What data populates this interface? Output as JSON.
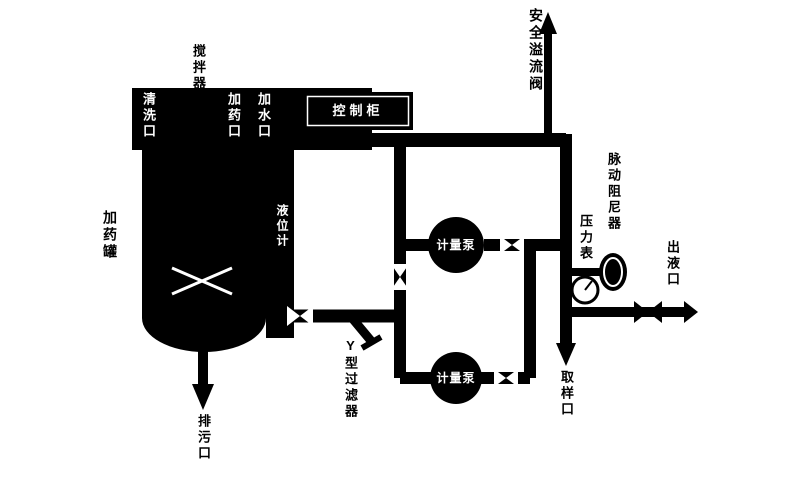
{
  "colors": {
    "ink": "#000000",
    "paper": "#ffffff"
  },
  "labels": {
    "agitator": "搅拌器",
    "cleaning_port": "清洗口",
    "dosing_port": "加药口",
    "water_inlet": "加水口",
    "control_cabinet": "控制柜",
    "safety_relief_valve": "安全溢流阀",
    "pulsation_damper": "脉动阻尼器",
    "pressure_gauge": "压力表",
    "liquid_outlet": "出液口",
    "dosing_tank": "加药罐",
    "level_gauge": "液位计",
    "metering_pump_top": "计量泵",
    "metering_pump_bottom": "计量泵",
    "y_strainer": "Y型过滤器",
    "drain_port": "排污口",
    "sampling_port": "取样口"
  }
}
